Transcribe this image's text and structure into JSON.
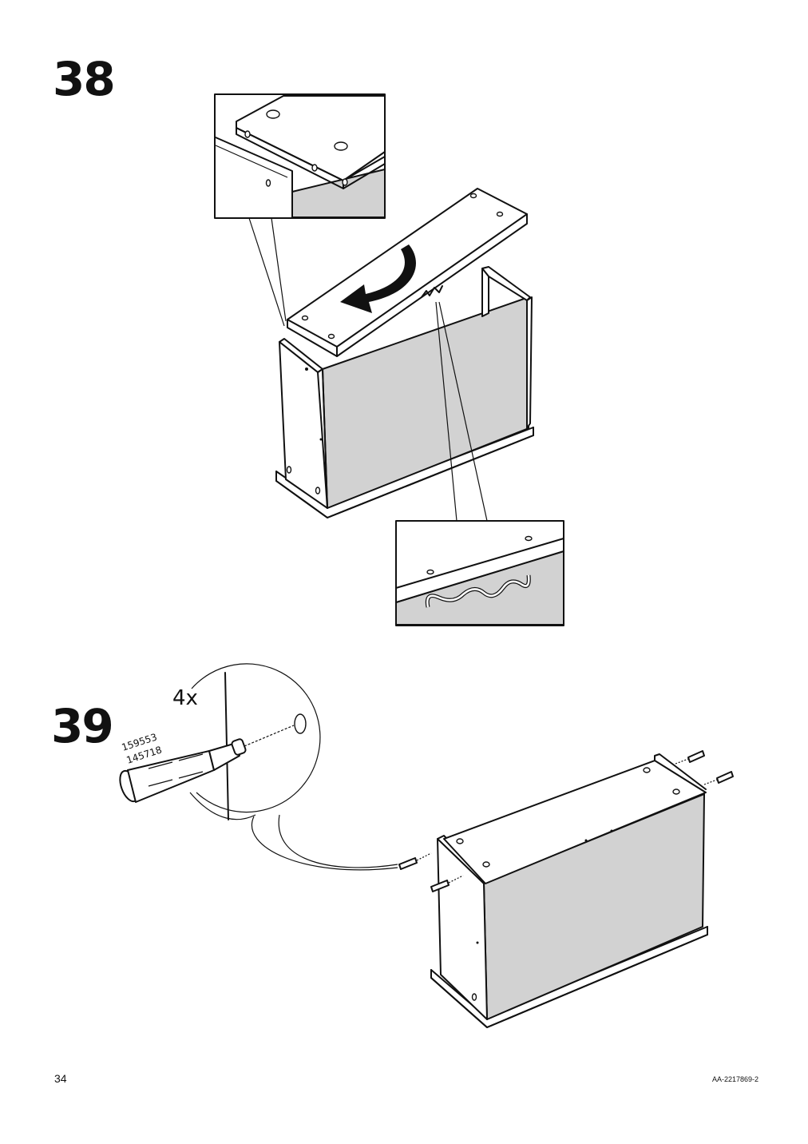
{
  "steps": [
    {
      "number": "38"
    },
    {
      "number": "39",
      "quantity": "4x",
      "part_numbers": [
        "159553",
        "145718"
      ]
    }
  ],
  "footer": {
    "page_number": "34",
    "document_code": "AA-2217869-2"
  },
  "colors": {
    "panel_gray": "#d2d2d2",
    "line": "#111111"
  },
  "icons": [
    "curved-arrow-icon",
    "screwdriver-icon",
    "dowel-pin-icon",
    "wire-clip-icon"
  ]
}
